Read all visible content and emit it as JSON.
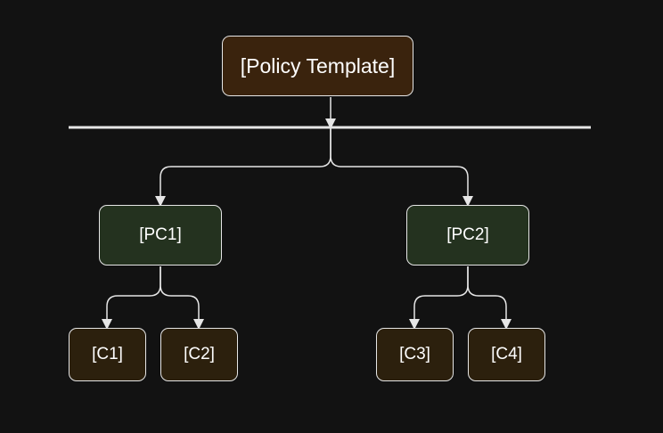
{
  "diagram": {
    "root": {
      "label": "[Policy Template]"
    },
    "parents": [
      {
        "label": "[PC1]",
        "children": [
          {
            "label": "[C1]"
          },
          {
            "label": "[C2]"
          }
        ]
      },
      {
        "label": "[PC2]",
        "children": [
          {
            "label": "[C3]"
          },
          {
            "label": "[C4]"
          }
        ]
      }
    ],
    "colors": {
      "background": "#121212",
      "line": "#e6e6e6",
      "root_fill": "#3a230d",
      "parent_fill": "#24321f",
      "child_fill": "#2c200d",
      "text": "#ffffff"
    }
  }
}
